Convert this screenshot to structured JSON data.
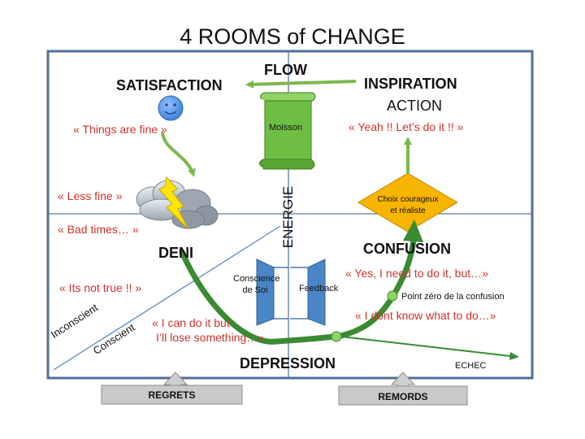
{
  "title": "4 ROOMS of CHANGE",
  "rooms": {
    "flow": "FLOW",
    "satisfaction": "SATISFACTION",
    "inspiration": "INSPIRATION",
    "action": "ACTION",
    "deni": "DENI",
    "confusion": "CONFUSION",
    "depression": "DEPRESSION"
  },
  "quotes": {
    "things_fine": "« Things are fine »",
    "yeah": "« Yeah !! Let’s do it !! »",
    "less_fine": "« Less fine »",
    "bad_times": "« Bad times… »",
    "not_true": "« Its not true !! »",
    "need_but": "« Yes, I need to do it, but…»",
    "dont_know": "« I dont know what to do…»",
    "can_do_1": "« I can do it but",
    "can_do_2": "I’ll lose something…»"
  },
  "labels": {
    "moisson": "Moisson",
    "choix_1": "Choix courageux",
    "choix_2": "et réaliste",
    "energie": "ENERGIE",
    "conscience_1": "Conscience",
    "conscience_2": "de Soi",
    "feedback": "Feedback",
    "point_zero": "Point zéro de la confusion",
    "inconscient": "Inconscient",
    "conscient": "Conscient",
    "echec": "ECHEC"
  },
  "buttons": {
    "regrets": "REGRETS",
    "remords": "REMORDS"
  },
  "colors": {
    "frame": "#4f6f96",
    "green": "#7cb94c",
    "quote_red": "#d0312d",
    "scroll_green": "#6fbe44",
    "diamond": "#f7b500",
    "blue": "#4a86c6",
    "gray_button": "#c9c9c9"
  }
}
